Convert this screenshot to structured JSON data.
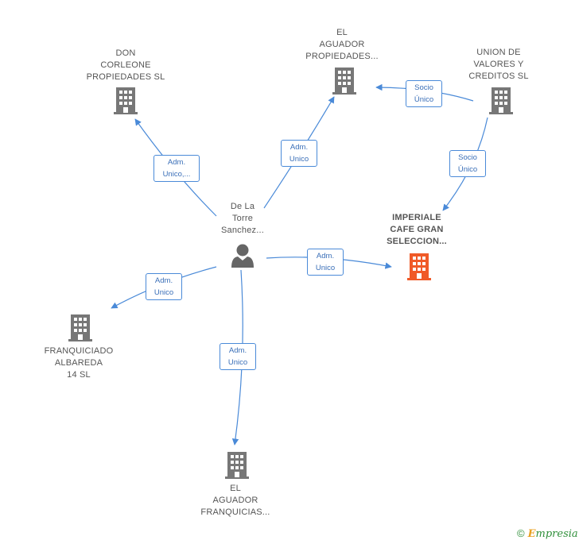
{
  "nodes": {
    "don_corleone": {
      "lines": [
        "DON",
        "CORLEONE",
        "PROPIEDADES SL"
      ]
    },
    "aguador_propiedades": {
      "lines": [
        "EL",
        "AGUADOR",
        "PROPIEDADES..."
      ]
    },
    "union_valores": {
      "lines": [
        "UNION DE",
        "VALORES Y",
        "CREDITOS SL"
      ]
    },
    "person": {
      "lines": [
        "De La",
        "Torre",
        "Sanchez..."
      ]
    },
    "imperiale": {
      "lines": [
        "IMPERIALE",
        "CAFE GRAN",
        "SELECCION..."
      ]
    },
    "franquiciado": {
      "lines": [
        "FRANQUICIADO",
        "ALBAREDA",
        "14 SL"
      ]
    },
    "aguador_franquicias": {
      "lines": [
        "EL",
        "AGUADOR",
        "FRANQUICIAS..."
      ]
    }
  },
  "edges": {
    "to_don_corleone": [
      "Adm.",
      "Unico,..."
    ],
    "to_aguador_propiedades": [
      "Adm.",
      "Unico"
    ],
    "union_to_aguador": [
      "Socio",
      "Único"
    ],
    "union_to_imperiale": [
      "Socio",
      "Único"
    ],
    "to_imperiale": [
      "Adm.",
      "Unico"
    ],
    "to_franquiciado": [
      "Adm.",
      "Unico"
    ],
    "to_aguador_franquicias": [
      "Adm.",
      "Unico"
    ]
  },
  "colors": {
    "edge": "#4a8ad8",
    "building": "#777777",
    "building_highlight": "#f05a28",
    "person": "#666666"
  },
  "footer": {
    "copyright": "©",
    "brand_initial": "E",
    "brand_rest": "mpresia"
  }
}
